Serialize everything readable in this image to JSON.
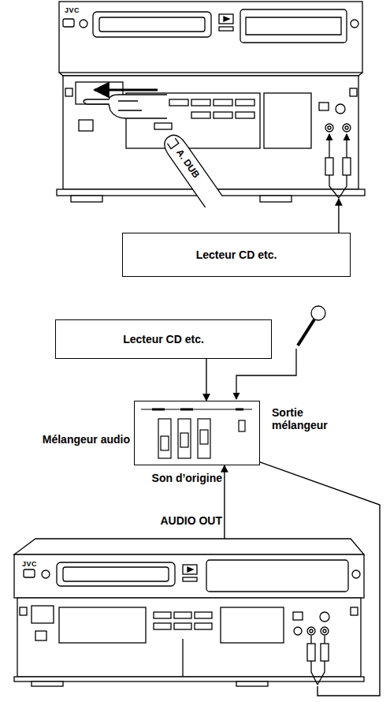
{
  "diagram": {
    "nodes": [
      {
        "text": [
          "JVC"
        ]
      },
      {
        "text": [
          "Lecteur CD etc."
        ]
      },
      {
        "text": [
          "Lecteur CD etc."
        ]
      },
      {
        "text": [
          "Mélangeur audio",
          "Sortie mélangeur"
        ]
      },
      {
        "text": [
          "JVC"
        ]
      }
    ],
    "edges": [
      {
        "from": 1,
        "to": 0,
        "arrow": "to"
      },
      {
        "from": 2,
        "to": 3,
        "arrow": "to"
      },
      {
        "from": 4,
        "to": 3,
        "arrow": "to"
      },
      {
        "from": 3,
        "to": 4,
        "arrow": "none"
      }
    ],
    "labels": [
      "A. DUB",
      "Son d’origine",
      "AUDIO OUT"
    ]
  }
}
